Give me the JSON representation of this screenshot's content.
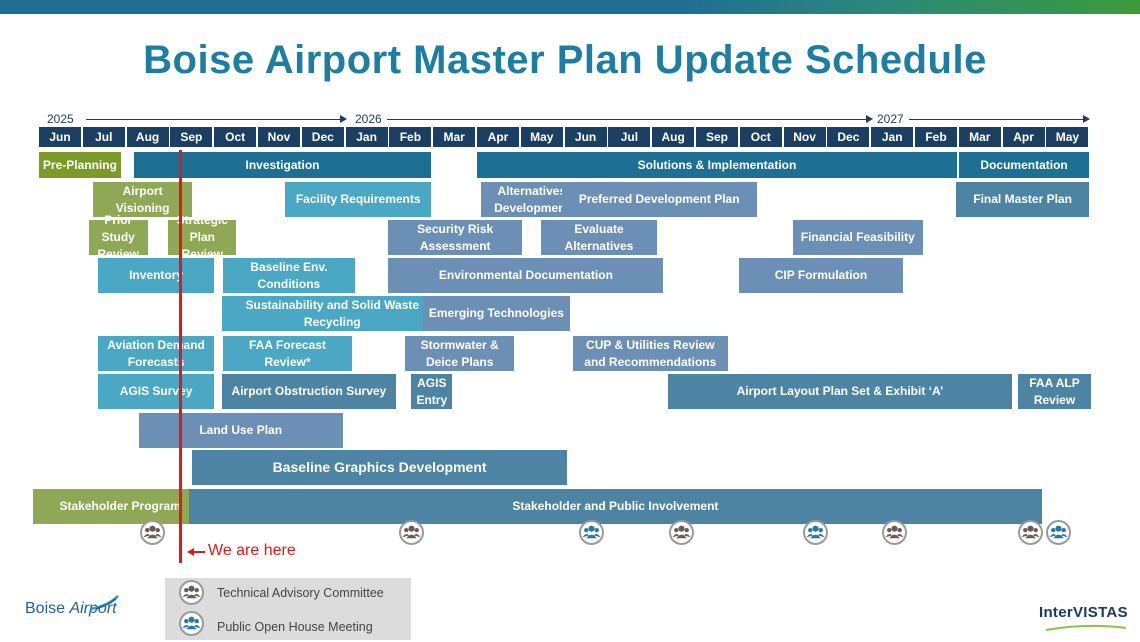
{
  "title": "Boise Airport Master Plan Update Schedule",
  "years": [
    "2025",
    "2026",
    "2027"
  ],
  "months": [
    "Jun",
    "Jul",
    "Aug",
    "Sep",
    "Oct",
    "Nov",
    "Dec",
    "Jan",
    "Feb",
    "Mar",
    "Apr",
    "May",
    "Jun",
    "Jul",
    "Aug",
    "Sep",
    "Oct",
    "Nov",
    "Dec",
    "Jan",
    "Feb",
    "Mar",
    "Apr",
    "May"
  ],
  "chart_data": {
    "type": "gantt",
    "colors": {
      "month_header": "#1b3f63",
      "phase_pre_planning": "#7a9a2a",
      "phase_main": "#1d6f93",
      "task_teal": "#4aa8c4",
      "task_blue_gray": "#6c8fb6",
      "task_steel": "#4d84a4",
      "task_green": "#8ea855",
      "we_are_here": "#e01919",
      "tac_icon": "#6e5a4e",
      "open_house_icon": "#2777ad"
    },
    "tasks": [
      {
        "name": "Pre-Planning",
        "start": "2025-06",
        "end": "2025-07",
        "kind": "phase",
        "color": "phase_pre_planning"
      },
      {
        "name": "Investigation",
        "start": "2025-08",
        "end": "2026-02",
        "kind": "phase",
        "color": "phase_main"
      },
      {
        "name": "Solutions & Implementation",
        "start": "2026-04",
        "end": "2027-02",
        "kind": "phase",
        "color": "phase_main"
      },
      {
        "name": "Documentation",
        "start": "2027-03",
        "end": "2027-05",
        "kind": "phase",
        "color": "phase_main"
      },
      {
        "name": "Airport Visioning",
        "start": "2025-07",
        "end": "2025-09",
        "color": "task_green"
      },
      {
        "name": "Facility Requirements",
        "start": "2025-11",
        "end": "2026-02",
        "color": "task_teal"
      },
      {
        "name": "Alternatives Development",
        "start": "2026-04",
        "end": "2026-06",
        "color": "task_blue_gray"
      },
      {
        "name": "Preferred Development Plan",
        "start": "2026-06",
        "end": "2026-10",
        "color": "task_blue_gray"
      },
      {
        "name": "Final Master Plan",
        "start": "2027-03",
        "end": "2027-05",
        "color": "task_steel"
      },
      {
        "name": "Prior Study Review",
        "start": "2025-07",
        "end": "2025-08",
        "color": "task_green"
      },
      {
        "name": "Strategic Plan Review",
        "start": "2025-09",
        "end": "2025-10",
        "color": "task_green"
      },
      {
        "name": "Security Risk Assessment",
        "start": "2026-02",
        "end": "2026-04",
        "color": "task_blue_gray"
      },
      {
        "name": "Evaluate Alternatives",
        "start": "2026-05",
        "end": "2026-08",
        "color": "task_blue_gray"
      },
      {
        "name": "Financial Feasibility",
        "start": "2026-11",
        "end": "2027-02",
        "color": "task_blue_gray"
      },
      {
        "name": "Inventory",
        "start": "2025-07",
        "end": "2025-09",
        "color": "task_teal"
      },
      {
        "name": "Baseline Env. Conditions",
        "start": "2025-10",
        "end": "2026-01",
        "color": "task_teal"
      },
      {
        "name": "Environmental Documentation",
        "start": "2026-02",
        "end": "2026-07",
        "color": "task_blue_gray"
      },
      {
        "name": "CIP Formulation",
        "start": "2026-10",
        "end": "2027-01",
        "color": "task_blue_gray"
      },
      {
        "name": "Sustainability and Solid Waste Recycling",
        "start": "2025-10",
        "end": "2026-02",
        "color": "task_teal"
      },
      {
        "name": "Emerging Technologies",
        "start": "2026-03",
        "end": "2026-06",
        "color": "task_blue_gray"
      },
      {
        "name": "Aviation Demand Forecasts",
        "start": "2025-07",
        "end": "2025-09",
        "color": "task_teal"
      },
      {
        "name": "FAA Forecast Review*",
        "start": "2025-10",
        "end": "2025-12",
        "color": "task_teal"
      },
      {
        "name": "Stormwater & Deice Plans",
        "start": "2026-02",
        "end": "2026-04",
        "color": "task_blue_gray"
      },
      {
        "name": "CUP & Utilities Review and Recommendations",
        "start": "2026-06",
        "end": "2026-09",
        "color": "task_blue_gray"
      },
      {
        "name": "AGIS Survey",
        "start": "2025-07",
        "end": "2025-09",
        "color": "task_teal"
      },
      {
        "name": "Airport Obstruction Survey",
        "start": "2025-10",
        "end": "2026-01",
        "color": "task_steel"
      },
      {
        "name": "AGIS Entry",
        "start": "2026-02",
        "end": "2026-03",
        "color": "task_steel"
      },
      {
        "name": "Airport Layout Plan Set & Exhibit ‘A’",
        "start": "2026-08",
        "end": "2027-03",
        "color": "task_steel"
      },
      {
        "name": "FAA ALP Review",
        "start": "2027-04",
        "end": "2027-05",
        "color": "task_steel"
      },
      {
        "name": "Land Use Plan",
        "start": "2025-08",
        "end": "2025-12",
        "color": "task_blue_gray"
      },
      {
        "name": "Baseline Graphics Development",
        "start": "2025-09",
        "end": "2026-05",
        "color": "task_steel"
      },
      {
        "name": "Stakeholder Program",
        "start": "2025-06",
        "end": "2025-09",
        "color": "task_green"
      },
      {
        "name": "Stakeholder and Public Involvement",
        "start": "2025-10",
        "end": "2027-04",
        "color": "task_steel"
      }
    ],
    "meetings": [
      {
        "month": "2025-08",
        "type": "Technical Advisory Committee"
      },
      {
        "month": "2026-02",
        "type": "Technical Advisory Committee"
      },
      {
        "month": "2026-06",
        "type": "Public Open House Meeting"
      },
      {
        "month": "2026-08",
        "type": "Technical Advisory Committee"
      },
      {
        "month": "2026-11",
        "type": "Public Open House Meeting"
      },
      {
        "month": "2027-01",
        "type": "Technical Advisory Committee"
      },
      {
        "month": "2027-04",
        "type": "Technical Advisory Committee"
      },
      {
        "month": "2027-04",
        "type": "Public Open House Meeting"
      }
    ],
    "marker": {
      "label": "We are here",
      "month": "2025-09"
    }
  },
  "legend": {
    "tac": "Technical Advisory Committee",
    "open_house": "Public Open House Meeting"
  },
  "logos": {
    "left": {
      "part1": "Boise ",
      "part2": "Airport"
    },
    "right": "InterVISTAS"
  }
}
